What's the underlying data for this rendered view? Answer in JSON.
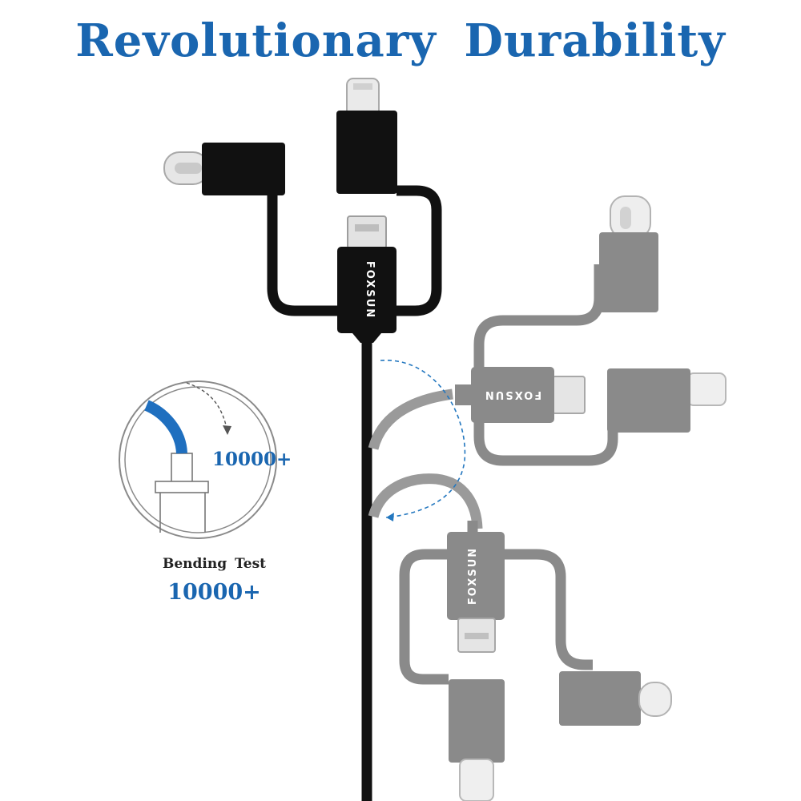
{
  "headline": "Revolutionary Durability",
  "brand": "FOXSUN",
  "bend_test": {
    "label": "Bending Test",
    "count_inner": "10000+",
    "count_outer": "10000+"
  },
  "colors": {
    "headline": "#1a66b0",
    "accent": "#1a66b0",
    "cable_black": "#111111",
    "cable_grey": "#8a8a8a",
    "label_text": "#222222"
  },
  "icons": {
    "connector_usb_c": "usb-c-connector-icon",
    "connector_lightning": "lightning-connector-icon",
    "connector_micro_usb": "micro-usb-connector-icon",
    "bend_arrow": "curved-arrow-icon"
  }
}
